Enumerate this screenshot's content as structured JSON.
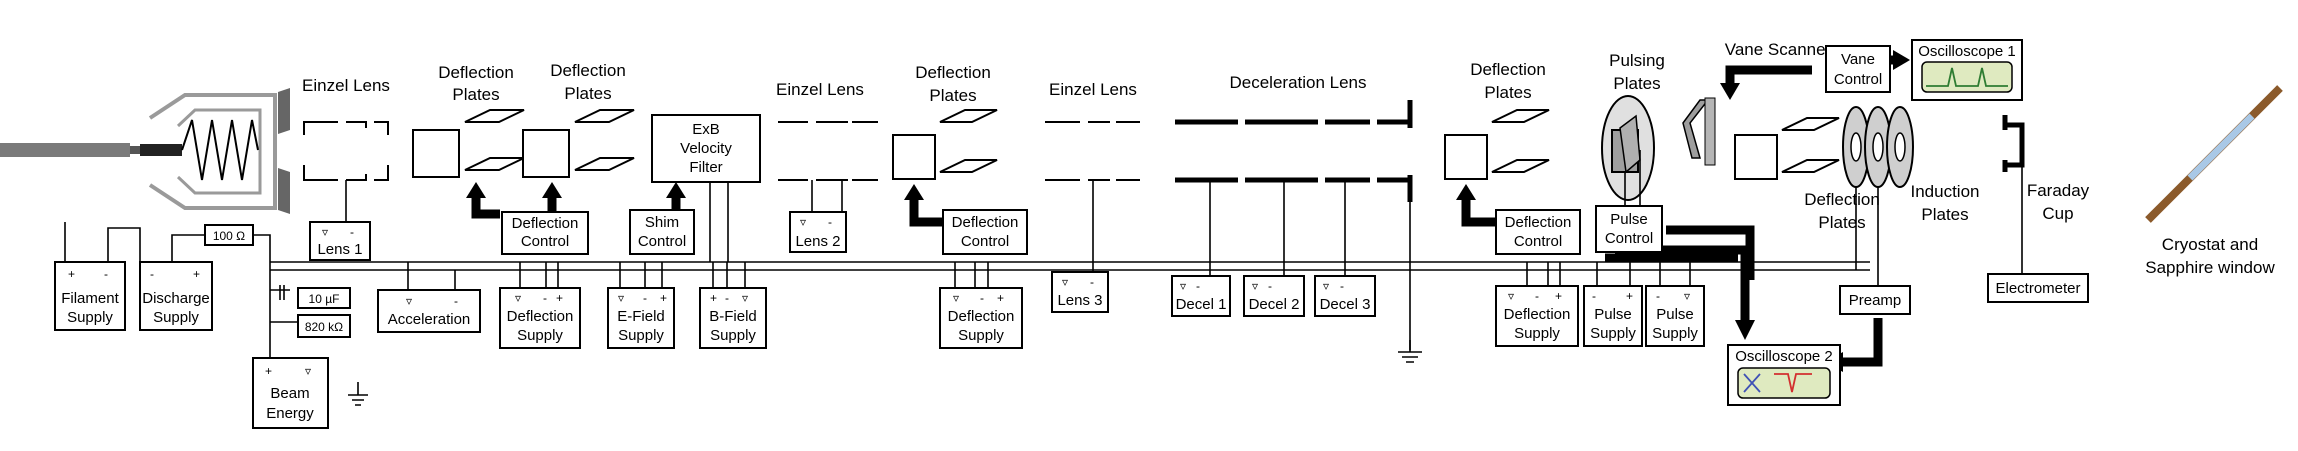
{
  "labels": {
    "einzel1": "Einzel Lens",
    "defl1": "Deflection",
    "defl1b": "Plates",
    "defl2": "Deflection",
    "defl2b": "Plates",
    "exb_top": "ExB",
    "exb_mid": "Velocity",
    "exb_bot": "Filter",
    "einzel2": "Einzel Lens",
    "defl3": "Deflection",
    "defl3b": "Plates",
    "einzel3": "Einzel Lens",
    "decel": "Deceleration Lens",
    "defl4": "Deflection",
    "defl4b": "Plates",
    "pulsing": "Pulsing",
    "pulsingb": "Plates",
    "vane": "Vane Scanner",
    "defl5": "Deflection",
    "defl5b": "Plates",
    "induction": "Induction",
    "inductionb": "Plates",
    "faraday": "Faraday",
    "faradayb": "Cup",
    "cryo": "Cryostat and",
    "cryob": "Sapphire window"
  },
  "boxes": {
    "filament": [
      "Filament",
      "Supply"
    ],
    "discharge": [
      "Discharge",
      "Supply"
    ],
    "lens1": "Lens 1",
    "r100": "100 Ω",
    "cap": "10 µF",
    "r820": "820 kΩ",
    "beam": [
      "Beam",
      "Energy"
    ],
    "acceleration": "Acceleration",
    "defl_ctrl1": [
      "Deflection",
      "Control"
    ],
    "defl_sup1": [
      "Deflection",
      "Supply"
    ],
    "shim": [
      "Shim",
      "Control"
    ],
    "efield": [
      "E-Field",
      "Supply"
    ],
    "bfield": [
      "B-Field",
      "Supply"
    ],
    "lens2": "Lens 2",
    "defl_ctrl2": [
      "Deflection",
      "Control"
    ],
    "defl_sup2": [
      "Deflection",
      "Supply"
    ],
    "lens3": "Lens 3",
    "decel1": "Decel 1",
    "decel2": "Decel 2",
    "decel3": "Decel 3",
    "defl_ctrl3": [
      "Deflection",
      "Control"
    ],
    "defl_sup3": [
      "Deflection",
      "Supply"
    ],
    "pulse_ctrl": [
      "Pulse",
      "Control"
    ],
    "pulse_sup1": [
      "Pulse",
      "Supply"
    ],
    "pulse_sup2": [
      "Pulse",
      "Supply"
    ],
    "vane_ctrl": [
      "Vane",
      "Control"
    ],
    "osc1": "Oscilloscope 1",
    "osc2": "Oscilloscope 2",
    "preamp": "Preamp",
    "electrometer": "Electrometer"
  },
  "terminals": {
    "gnd_sym": "▿",
    "minus": "-",
    "plus": "+"
  },
  "colors": {
    "scope_screen": "#dfeac0",
    "scope_trace": "#2e7d32",
    "scope2_blue": "#3f51b5",
    "scope2_red": "#d32f2f",
    "pulse_plate": "#bfbfbf",
    "window": "#a9c8e6",
    "cryo_rod": "#8b5a2b"
  }
}
